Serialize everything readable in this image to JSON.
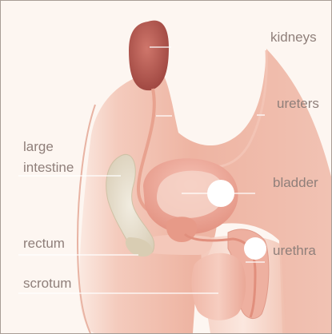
{
  "labels": {
    "kidneys": "kidneys",
    "ureters": "ureters",
    "large_intestine_line1": "large",
    "large_intestine_line2": "intestine",
    "bladder": "bladder",
    "rectum": "rectum",
    "urethra": "urethra",
    "scrotum": "scrotum"
  },
  "colors": {
    "background": "#fdf6f1",
    "frame": "#a89d96",
    "label_text": "#8f7f7a",
    "body": "#f3cbbe",
    "kidney": "#b95b52",
    "bladder": "#eaa090",
    "intestine": "#e4dccb",
    "leader_line": "#ffffff"
  }
}
